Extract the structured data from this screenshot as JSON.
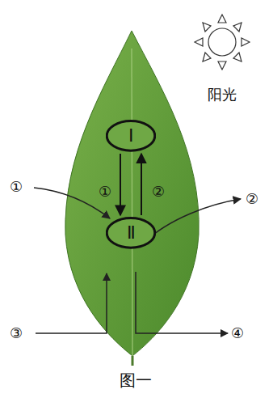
{
  "diagram": {
    "caption": "图一",
    "nodes": [
      {
        "text": [
          "Ⅰ"
        ]
      },
      {
        "text": [
          "Ⅱ"
        ]
      }
    ],
    "edges": [
      {
        "from": 0,
        "to": 1,
        "label": "①",
        "arrow": "to"
      },
      {
        "from": 1,
        "to": 0,
        "label": "②",
        "arrow": "to"
      }
    ],
    "labels": [
      "阳光",
      "①",
      "②",
      "③",
      "④"
    ]
  }
}
